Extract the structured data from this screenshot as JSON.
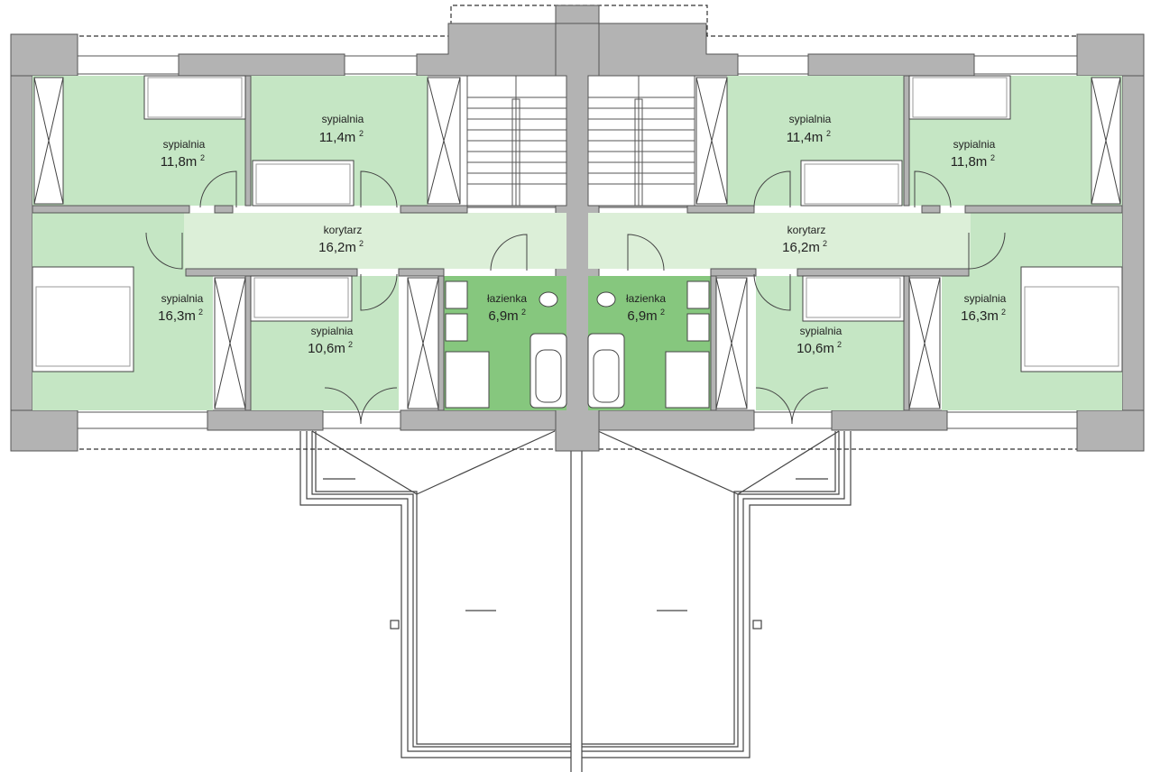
{
  "colors": {
    "room": "#c5e6c4",
    "corridor": "#dcefd8",
    "bathroom": "#86c77e",
    "wall": "#b3b3b3",
    "outline": "#444444"
  },
  "rooms": {
    "left": {
      "bed_top_outer": {
        "name": "sypialnia",
        "area": "11,8m",
        "unit": "2"
      },
      "bed_top_inner": {
        "name": "sypialnia",
        "area": "11,4m",
        "unit": "2"
      },
      "corridor": {
        "name": "korytarz",
        "area": "16,2m",
        "unit": "2"
      },
      "bed_bottom_outer": {
        "name": "sypialnia",
        "area": "16,3m",
        "unit": "2"
      },
      "bed_bottom_inner": {
        "name": "sypialnia",
        "area": "10,6m",
        "unit": "2"
      },
      "bathroom": {
        "name": "łazienka",
        "area": "6,9m",
        "unit": "2"
      }
    },
    "right": {
      "bed_top_outer": {
        "name": "sypialnia",
        "area": "11,8m",
        "unit": "2"
      },
      "bed_top_inner": {
        "name": "sypialnia",
        "area": "11,4m",
        "unit": "2"
      },
      "corridor": {
        "name": "korytarz",
        "area": "16,2m",
        "unit": "2"
      },
      "bed_bottom_outer": {
        "name": "sypialnia",
        "area": "16,3m",
        "unit": "2"
      },
      "bed_bottom_inner": {
        "name": "sypialnia",
        "area": "10,6m",
        "unit": "2"
      },
      "bathroom": {
        "name": "łazienka",
        "area": "6,9m",
        "unit": "2"
      }
    }
  }
}
